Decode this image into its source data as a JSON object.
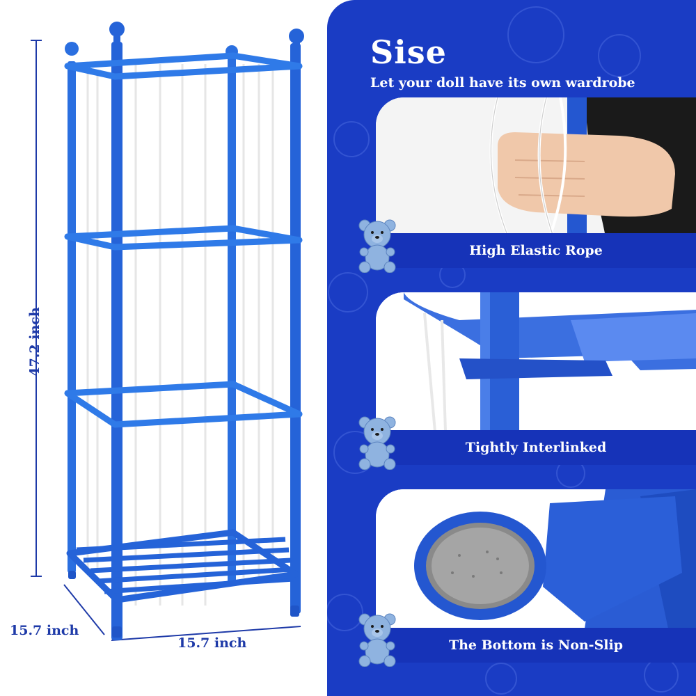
{
  "dimensions": {
    "height": "47.2 inch",
    "depth": "15.7 inch",
    "width": "15.7 inch"
  },
  "header": {
    "title": "Sise",
    "subtitle": "Let your doll have its own wardrobe"
  },
  "features": [
    {
      "label": "High Elastic Rope",
      "icon": "teddy-bear-icon"
    },
    {
      "label": "Tightly Interlinked",
      "icon": "teddy-bear-icon"
    },
    {
      "label": "The Bottom is Non-Slip",
      "icon": "teddy-bear-icon"
    }
  ],
  "colors": {
    "accent_blue": "#1a3cc4",
    "banner_blue": "#1633b8",
    "rack_blue": "#2a6fe0",
    "dimension_text": "#1e3aa8",
    "bear_blue": "#8fb3e0"
  }
}
